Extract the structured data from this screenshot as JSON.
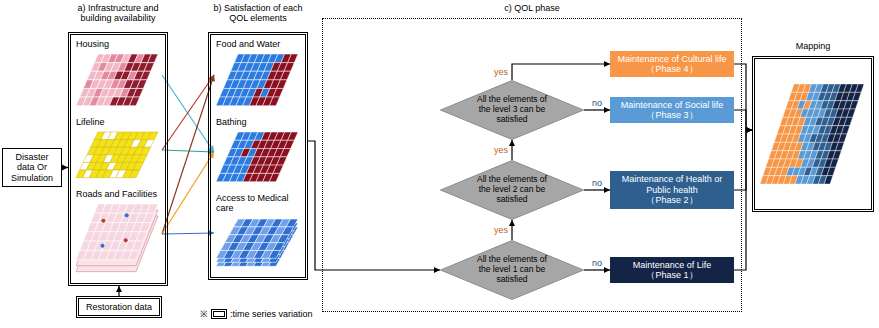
{
  "diagram": {
    "nodes": [
      {
        "text": [
          "Disaster data Or Simulation"
        ]
      },
      {
        "text": [
          "a) Infrastructure and building availability"
        ]
      },
      {
        "text": [
          "Housing"
        ],
        "in": 1
      },
      {
        "text": [
          "Lifeline"
        ],
        "in": 1
      },
      {
        "text": [
          "Roads and Facilities"
        ],
        "in": 1
      },
      {
        "text": [
          "Restoration data"
        ]
      },
      {
        "text": [
          "b) Satisfaction of each QOL elements"
        ]
      },
      {
        "text": [
          "Food and Water"
        ],
        "in": 6
      },
      {
        "text": [
          "Bathing"
        ],
        "in": 6
      },
      {
        "text": [
          "Access to Medical care"
        ],
        "in": 6
      },
      {
        "text": [
          "c) QOL phase"
        ]
      },
      {
        "text": [
          "Maintenance of Cultural life",
          "（Phase 4）"
        ],
        "in": 10
      },
      {
        "text": [
          "All the elements of the level 3 can be satisfied"
        ],
        "in": 10
      },
      {
        "text": [
          "Maintenance of Social life",
          "（Phase 3）"
        ],
        "in": 10
      },
      {
        "text": [
          "All the elements of the level 2 can be satisfied"
        ],
        "in": 10
      },
      {
        "text": [
          "Maintenance of Health or Public health",
          "（Phase 2）"
        ],
        "in": 10
      },
      {
        "text": [
          "All the elements of the level 1 can be satisfied"
        ],
        "in": 10
      },
      {
        "text": [
          "Maintenance of Life",
          "（Phase 1）"
        ],
        "in": 10
      },
      {
        "text": [
          "Mapping"
        ]
      }
    ],
    "edges": [
      {
        "from": 0,
        "to": 1,
        "arrow": "to"
      },
      {
        "from": 5,
        "to": 1,
        "arrow": "to"
      },
      {
        "from": 2,
        "to": 8,
        "arrow": "to"
      },
      {
        "from": 3,
        "to": 7,
        "arrow": "to"
      },
      {
        "from": 3,
        "to": 8,
        "arrow": "to"
      },
      {
        "from": 4,
        "to": 7,
        "arrow": "to"
      },
      {
        "from": 4,
        "to": 8,
        "arrow": "to"
      },
      {
        "from": 4,
        "to": 9,
        "arrow": "to"
      },
      {
        "from": 6,
        "to": 16,
        "arrow": "to"
      },
      {
        "from": 16,
        "to": 14,
        "label": "yes",
        "arrow": "to"
      },
      {
        "from": 14,
        "to": 12,
        "label": "yes",
        "arrow": "to"
      },
      {
        "from": 12,
        "to": 11,
        "label": "yes",
        "arrow": "to"
      },
      {
        "from": 16,
        "to": 17,
        "label": "no",
        "arrow": "to"
      },
      {
        "from": 14,
        "to": 15,
        "label": "no",
        "arrow": "to"
      },
      {
        "from": 12,
        "to": 13,
        "label": "no",
        "arrow": "to"
      },
      {
        "from": 11,
        "to": 18,
        "arrow": "to"
      },
      {
        "from": 13,
        "to": 18,
        "arrow": "to"
      },
      {
        "from": 15,
        "to": 18,
        "arrow": "to"
      },
      {
        "from": 17,
        "to": 18,
        "arrow": "to"
      }
    ],
    "labels": [
      "※"
    ],
    "legend": [
      {
        "text": ":time series variation"
      }
    ]
  }
}
